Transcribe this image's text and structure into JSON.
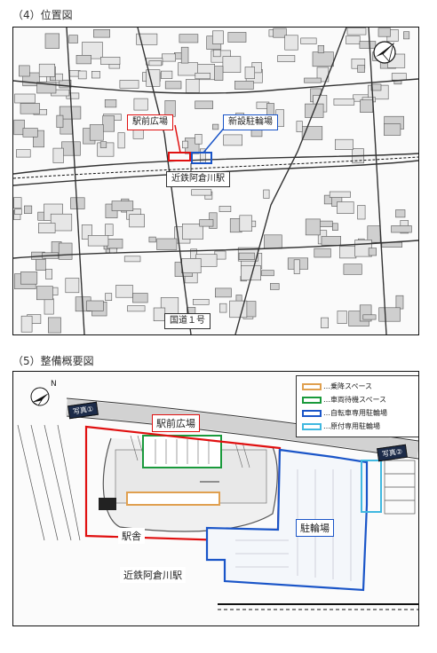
{
  "sections": {
    "location": {
      "heading": "（4）位置図"
    },
    "overview": {
      "heading": "（5）整備概要図"
    }
  },
  "map1": {
    "labels": {
      "station_plaza": "駅前広場",
      "new_bike_parking": "新設駐輪場",
      "station": "近鉄阿倉川駅",
      "route": "国道１号"
    },
    "colors": {
      "plaza": "#e01010",
      "bike": "#1a55c8"
    }
  },
  "map2": {
    "legend": [
      {
        "label": "…乗降スペース",
        "color": "#e0a050"
      },
      {
        "label": "…車両待機スペース",
        "color": "#1a9a3c"
      },
      {
        "label": "…自転車専用駐輪場",
        "color": "#1a55c8"
      },
      {
        "label": "…原付専用駐輪場",
        "color": "#40b8e0"
      }
    ],
    "labels": {
      "station_plaza": "駅前広場",
      "bike_parking": "駐輪場",
      "station_building": "駅舎",
      "station": "近鉄阿倉川駅"
    },
    "photo_tags": [
      "写真①",
      "写真②"
    ],
    "north": "N",
    "colors": {
      "plaza": "#e01010",
      "bike": "#1a55c8"
    }
  },
  "icons": [
    "north-arrow-icon"
  ]
}
